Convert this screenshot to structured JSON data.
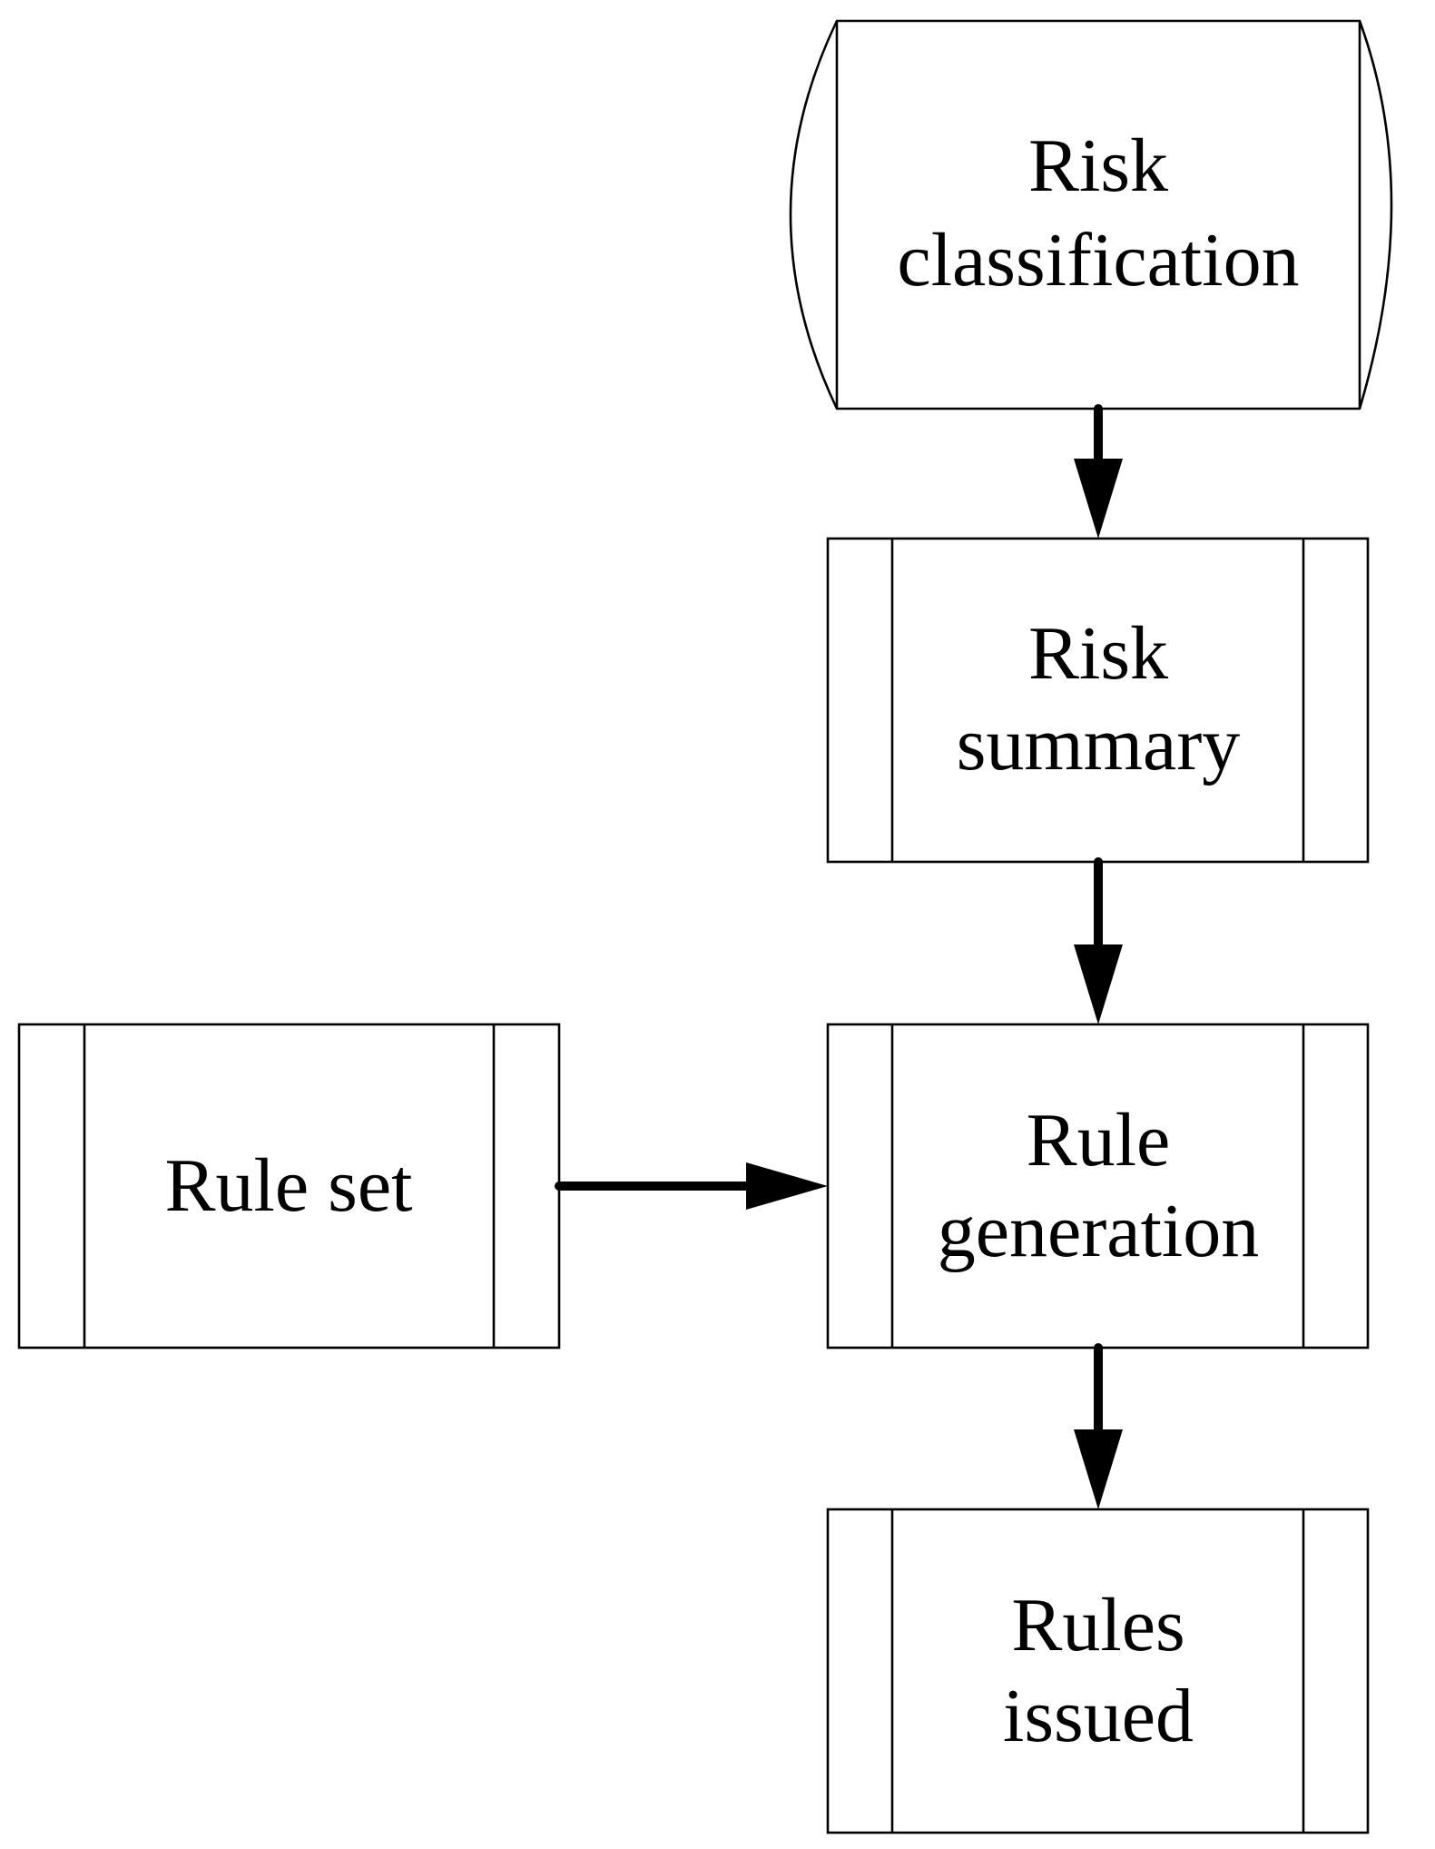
{
  "nodes": {
    "risk_classification": {
      "shape": "stored-data",
      "lines": [
        "Risk",
        "classification"
      ]
    },
    "risk_summary": {
      "shape": "predefined-process",
      "lines": [
        "Risk",
        "summary"
      ]
    },
    "rule_set": {
      "shape": "predefined-process",
      "lines": [
        "Rule set"
      ]
    },
    "rule_generation": {
      "shape": "predefined-process",
      "lines": [
        "Rule",
        "generation"
      ]
    },
    "rules_issued": {
      "shape": "predefined-process",
      "lines": [
        "Rules",
        "issued"
      ]
    }
  },
  "edges": [
    {
      "from": "risk_classification",
      "to": "risk_summary"
    },
    {
      "from": "risk_summary",
      "to": "rule_generation"
    },
    {
      "from": "rule_set",
      "to": "rule_generation"
    },
    {
      "from": "rule_generation",
      "to": "rules_issued"
    }
  ],
  "colors": {
    "stroke": "#000000",
    "fill": "#ffffff",
    "background": "#ffffff"
  }
}
